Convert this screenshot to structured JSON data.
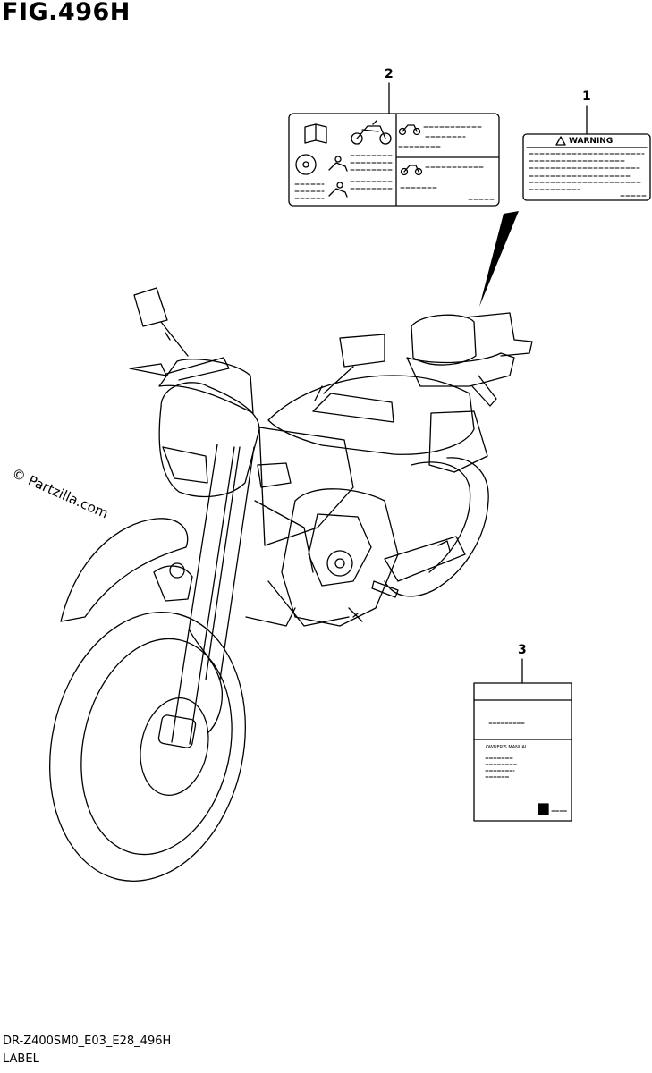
{
  "figure": {
    "title": "FIG.496H"
  },
  "watermark": "© Partzilla.com",
  "callouts": {
    "c1": "1",
    "c2": "2",
    "c3": "3"
  },
  "label_1": {
    "heading": "WARNING"
  },
  "label_3": {
    "subtitle": "OWNER'S MANUAL"
  },
  "footer": {
    "code": "DR-Z400SM0_E03_E28_496H",
    "name": "LABEL"
  }
}
